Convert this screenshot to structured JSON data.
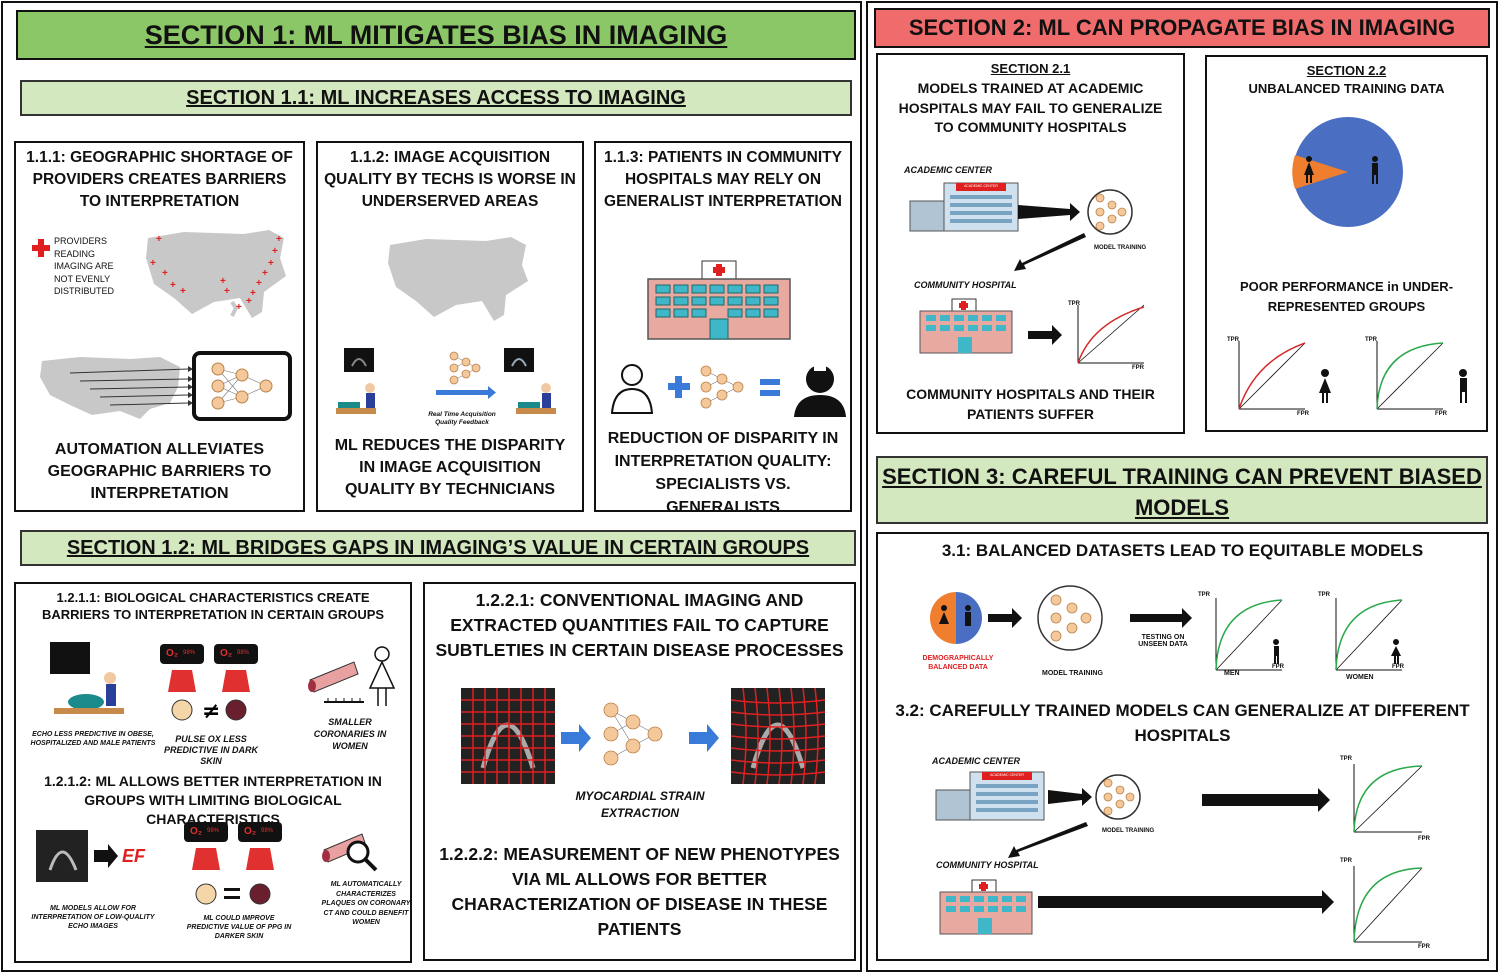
{
  "s1": {
    "title": "SECTION 1: ML MITIGATES BIAS IN IMAGING",
    "s11": {
      "title": "SECTION 1.1: ML INCREASES ACCESS TO IMAGING",
      "b1": {
        "title": "1.1.1: GEOGRAPHIC SHORTAGE OF PROVIDERS CREATES BARRIERS TO INTERPRETATION",
        "legend": "PROVIDERS READING IMAGING ARE NOT EVENLY DISTRIBUTED",
        "bottom": "AUTOMATION ALLEVIATES GEOGRAPHIC BARRIERS TO INTERPRETATION"
      },
      "b2": {
        "title": "1.1.2: IMAGE ACQUISITION QUALITY BY TECHS IS WORSE IN UNDERSERVED AREAS",
        "feedback": "Real Time Acquisition Quality Feedback",
        "bottom": "ML REDUCES THE DISPARITY IN IMAGE ACQUISITION QUALITY BY TECHNICIANS"
      },
      "b3": {
        "title": "1.1.3: PATIENTS IN COMMUNITY HOSPITALS MAY RELY ON GENERALIST INTERPRETATION",
        "bottom": "REDUCTION OF DISPARITY IN INTERPRETATION QUALITY: SPECIALISTS VS. GENERALISTS"
      }
    },
    "s12": {
      "title": "SECTION 1.2: ML BRIDGES GAPS IN IMAGING’S VALUE IN CERTAIN GROUPS",
      "b1": {
        "title": "1.2.1.1: BIOLOGICAL CHARACTERISTICS CREATE BARRIERS TO INTERPRETATION IN CERTAIN GROUPS",
        "cap1": "ECHO LESS PREDICTIVE IN OBESE, HOSPITALIZED AND MALE PATIENTS",
        "cap2": "PULSE OX LESS PREDICTIVE IN DARK SKIN",
        "cap3": "SMALLER CORONARIES IN WOMEN",
        "title2": "1.2.1.2: ML ALLOWS BETTER INTERPRETATION IN GROUPS WITH LIMITING BIOLOGICAL CHARACTERISTICS",
        "ef": "EF",
        "o2": "O₂",
        "pct": "98%",
        "cap4": "ML MODELS ALLOW FOR INTERPRETATION OF LOW-QUALITY ECHO IMAGES",
        "cap5": "ML COULD IMPROVE PREDICTIVE VALUE OF PPG IN DARKER SKIN",
        "cap6": "ML AUTOMATICALLY CHARACTERIZES PLAQUES ON CORONARY CT AND COULD BENEFIT WOMEN"
      },
      "b2": {
        "title": "1.2.2.1: CONVENTIONAL IMAGING AND EXTRACTED QUANTITIES FAIL TO CAPTURE SUBTLETIES IN CERTAIN DISEASE PROCESSES",
        "cap": "MYOCARDIAL STRAIN EXTRACTION",
        "bottom": "1.2.2.2: MEASUREMENT OF NEW PHENOTYPES VIA ML ALLOWS FOR BETTER CHARACTERIZATION OF DISEASE IN THESE PATIENTS"
      }
    }
  },
  "s2": {
    "title": "SECTION 2: ML CAN PROPAGATE BIAS IN IMAGING",
    "b1": {
      "head": "SECTION 2.1",
      "title": "MODELS TRAINED AT ACADEMIC HOSPITALS MAY FAIL TO GENERALIZE TO COMMUNITY HOSPITALS",
      "academic": "ACADEMIC CENTER",
      "sign": "ACADEMIC CENTER",
      "training": "MODEL TRAINING",
      "community": "COMMUNITY HOSPITAL",
      "tpr": "TPR",
      "fpr": "FPR",
      "bottom": "COMMUNITY HOSPITALS AND THEIR PATIENTS SUFFER"
    },
    "b2": {
      "head": "SECTION 2.2",
      "title": "UNBALANCED TRAINING DATA",
      "sub": "POOR PERFORMANCE in UNDER-REPRESENTED GROUPS",
      "tpr": "TPR",
      "fpr": "FPR"
    }
  },
  "s3": {
    "title": "SECTION 3: CAREFUL TRAINING CAN PREVENT BIASED MODELS",
    "b1": {
      "title": "3.1: BALANCED DATASETS LEAD TO EQUITABLE MODELS",
      "balanced": "DEMOGRAPHICALLY BALANCED DATA",
      "training": "MODEL TRAINING",
      "testing": "TESTING ON UNSEEN DATA",
      "men": "MEN",
      "women": "WOMEN",
      "tpr": "TPR",
      "fpr": "FPR",
      "title2": "3.2: CAREFULLY TRAINED MODELS CAN GENERALIZE AT DIFFERENT HOSPITALS",
      "academic": "ACADEMIC CENTER",
      "sign": "ACADEMIC CENTER",
      "community": "COMMUNITY HOSPITAL"
    }
  },
  "colors": {
    "green_header": "#8bc766",
    "light_header": "#d3e8bf",
    "red_header": "#f06b6b",
    "pie_blue": "#4a6fc2",
    "pie_orange": "#ef7f2f",
    "roc_red": "#d42a2a",
    "roc_green": "#2aa84a",
    "arrow_blue": "#3a7ad8",
    "vessel": "#e9a0a0"
  }
}
